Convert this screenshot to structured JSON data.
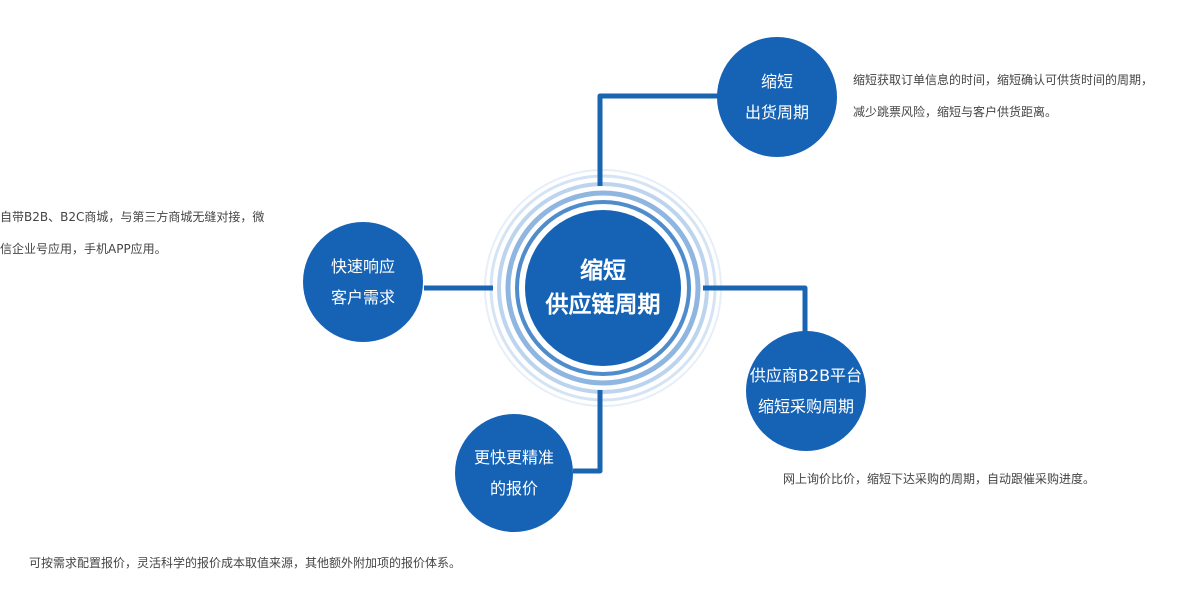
{
  "center": {
    "line1": "缩短",
    "line2": "供应链周期"
  },
  "nodes": {
    "shipping": {
      "line1": "缩短",
      "line2": "出货周期",
      "desc1": "缩短获取订单信息的时间，缩短确认可供货时间的周期，",
      "desc2": "减少跳票风险，缩短与客户供货距离。"
    },
    "response": {
      "line1": "快速响应",
      "line2": "客户需求",
      "desc1": "自带B2B、B2C商城，与第三方商城无缝对接，微",
      "desc2": "信企业号应用，手机APP应用。"
    },
    "procurement": {
      "line1": "供应商B2B平台",
      "line2": "缩短采购周期",
      "desc1": "网上询价比价，缩短下达采购的周期，自动跟催采购进度。"
    },
    "quote": {
      "line1": "更快更精准",
      "line2": "的报价",
      "desc1": "可按需求配置报价，灵活科学的报价成本取值来源，其他额外附加项的报价体系。"
    }
  },
  "colors": {
    "node": "#1663b6",
    "connector": "#1a65b2",
    "ring_light": "#d5e4f4",
    "ring_mid": "#a8c6e8",
    "text": "#444444"
  }
}
